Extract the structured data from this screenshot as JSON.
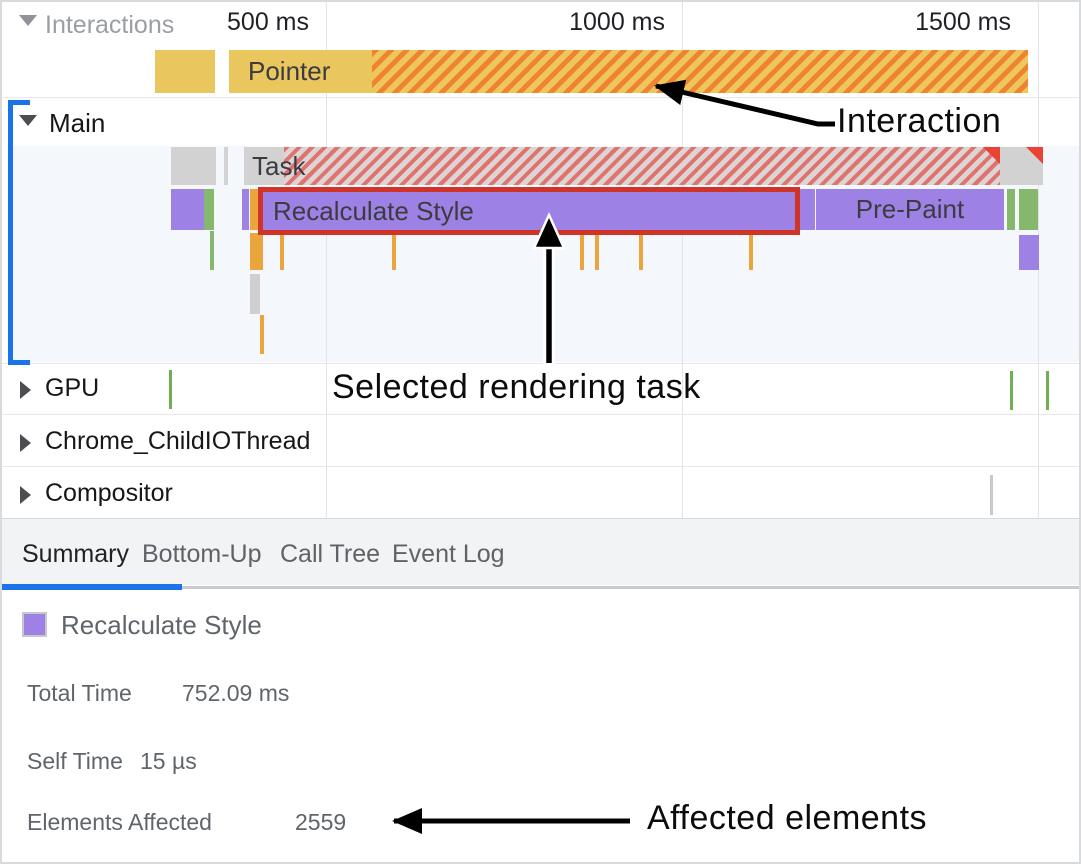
{
  "ruler": {
    "ticks": [
      {
        "label": "500 ms"
      },
      {
        "label": "1000 ms"
      },
      {
        "label": "1500 ms"
      }
    ]
  },
  "tracks": {
    "interactions": {
      "label": "Interactions"
    },
    "pointer": {
      "label": "Pointer"
    },
    "main": {
      "label": "Main"
    },
    "task": {
      "label": "Task"
    },
    "selected_task": {
      "label": "Recalculate Style"
    },
    "prepaint": {
      "label": "Pre-Paint"
    },
    "gpu": {
      "label": "GPU"
    },
    "childio": {
      "label": "Chrome_ChildIOThread"
    },
    "compositor": {
      "label": "Compositor"
    }
  },
  "tabs": {
    "summary": "Summary",
    "bottom_up": "Bottom-Up",
    "call_tree": "Call Tree",
    "event_log": "Event Log"
  },
  "summary": {
    "title": "Recalculate Style",
    "total_time_label": "Total Time",
    "total_time_value": "752.09 ms",
    "self_time_label": "Self Time",
    "self_time_value": "15 µs",
    "elements_label": "Elements Affected",
    "elements_value": "2559"
  },
  "annotations": {
    "interaction": "Interaction",
    "selected_task": "Selected rendering task",
    "affected": "Affected elements"
  },
  "colors": {
    "accent_blue": "#1a73e8",
    "purple": "#9d81e5",
    "yellow": "#e9c65e",
    "green": "#85b86c",
    "orange_marker": "#eaa63c",
    "selection_red": "#cf3427",
    "long_task_red": "#ea4335",
    "gray_task": "#d2d2d2"
  }
}
